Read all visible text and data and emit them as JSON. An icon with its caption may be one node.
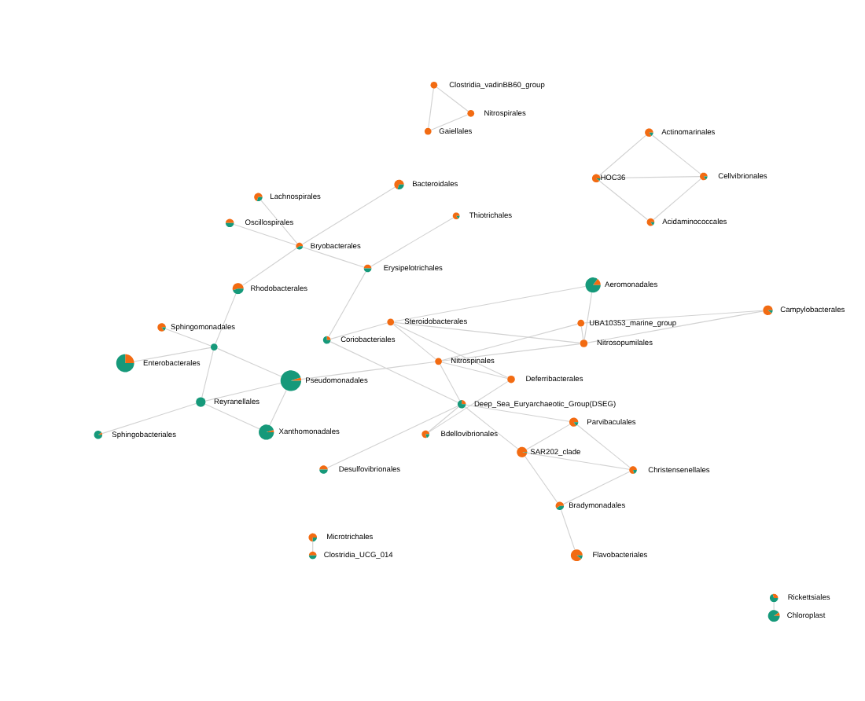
{
  "diagram": {
    "nodes": [
      {
        "text": [
          "Microtrichales"
        ]
      },
      {
        "text": [
          "Clostridia_UCG_014"
        ]
      },
      {
        "text": [
          "Rickettsiales"
        ]
      },
      {
        "text": [
          "Chloroplast"
        ]
      },
      {
        "text": [
          "Clostridia_vadinBB60_group"
        ]
      },
      {
        "text": [
          "Lachnospirales"
        ]
      },
      {
        "text": [
          "Gaiellales"
        ]
      },
      {
        "text": [
          "Enterobacterales"
        ]
      },
      {
        "text": [
          "Bacteroidales"
        ]
      },
      {
        "text": [
          "Oscillospirales"
        ]
      },
      {
        "text": [
          "Rhodobacterales"
        ]
      },
      {
        "text": [
          "Nitrospirales"
        ]
      },
      {
        "text": [
          "Bryobacterales"
        ]
      },
      {
        "text": [
          "Reyranellales"
        ]
      },
      {
        "text": [],
        "shape": "circle"
      },
      {
        "text": [
          "Sphingomonadales"
        ]
      },
      {
        "text": [
          "Thiotrichales"
        ]
      },
      {
        "text": [
          "HOC36"
        ]
      },
      {
        "text": [
          "Erysipelotrichales"
        ]
      },
      {
        "text": [
          "Aeromonadales"
        ]
      },
      {
        "text": [
          "Nitrospinales"
        ]
      },
      {
        "text": [
          "Acidaminococcales"
        ]
      },
      {
        "text": [
          "Steroidobacterales"
        ]
      },
      {
        "text": [
          "Sphingobacteriales"
        ]
      },
      {
        "text": [
          "UBA10353_marine_group"
        ]
      },
      {
        "text": [
          "Cellvibrionales"
        ]
      },
      {
        "text": [
          "Coriobacteriales"
        ]
      },
      {
        "text": [
          "Pseudomonadales"
        ]
      },
      {
        "text": [
          "Actinomarinales"
        ]
      },
      {
        "text": [
          "Campylobacterales"
        ]
      },
      {
        "text": [
          "Parvibaculales"
        ]
      },
      {
        "text": [
          "Nitrosopumilales"
        ]
      },
      {
        "text": [
          "Deferribacterales"
        ]
      },
      {
        "text": [
          "Christensenellales"
        ]
      },
      {
        "text": [
          "SAR202_clade"
        ]
      },
      {
        "text": [
          "Xanthomonadales"
        ]
      },
      {
        "text": [
          "Bdellovibrionales"
        ]
      },
      {
        "text": [
          "Deep_Sea_Euryarchaeotic_Group(DSEG)"
        ]
      },
      {
        "text": [
          "Bradymonadales"
        ]
      },
      {
        "text": [
          "Desulfovibrionales"
        ]
      },
      {
        "text": [
          "Flavobacteriales"
        ]
      }
    ],
    "edges": [
      {
        "from": 0,
        "to": 1,
        "arrow": "none"
      },
      {
        "from": 2,
        "to": 3,
        "arrow": "none"
      },
      {
        "from": 4,
        "to": 6,
        "arrow": "none"
      },
      {
        "from": 4,
        "to": 11,
        "arrow": "none"
      },
      {
        "from": 6,
        "to": 11,
        "arrow": "none"
      },
      {
        "from": 5,
        "to": 12,
        "arrow": "none"
      },
      {
        "from": 8,
        "to": 12,
        "arrow": "none"
      },
      {
        "from": 9,
        "to": 12,
        "arrow": "none"
      },
      {
        "from": 10,
        "to": 12,
        "arrow": "none"
      },
      {
        "from": 12,
        "to": 18,
        "arrow": "none"
      },
      {
        "from": 16,
        "to": 18,
        "arrow": "none"
      },
      {
        "from": 7,
        "to": 14,
        "arrow": "none"
      },
      {
        "from": 10,
        "to": 14,
        "arrow": "none"
      },
      {
        "from": 13,
        "to": 14,
        "arrow": "none"
      },
      {
        "from": 15,
        "to": 14,
        "arrow": "none"
      },
      {
        "from": 14,
        "to": 27,
        "arrow": "none"
      },
      {
        "from": 13,
        "to": 23,
        "arrow": "none"
      },
      {
        "from": 13,
        "to": 35,
        "arrow": "none"
      },
      {
        "from": 13,
        "to": 27,
        "arrow": "none"
      },
      {
        "from": 27,
        "to": 35,
        "arrow": "none"
      },
      {
        "from": 27,
        "to": 20,
        "arrow": "none"
      },
      {
        "from": 18,
        "to": 26,
        "arrow": "none"
      },
      {
        "from": 20,
        "to": 22,
        "arrow": "none"
      },
      {
        "from": 20,
        "to": 24,
        "arrow": "none"
      },
      {
        "from": 24,
        "to": 29,
        "arrow": "none"
      },
      {
        "from": 20,
        "to": 32,
        "arrow": "none"
      },
      {
        "from": 20,
        "to": 31,
        "arrow": "none"
      },
      {
        "from": 20,
        "to": 37,
        "arrow": "none"
      },
      {
        "from": 19,
        "to": 22,
        "arrow": "none"
      },
      {
        "from": 19,
        "to": 31,
        "arrow": "none"
      },
      {
        "from": 22,
        "to": 26,
        "arrow": "none"
      },
      {
        "from": 22,
        "to": 31,
        "arrow": "none"
      },
      {
        "from": 22,
        "to": 32,
        "arrow": "none"
      },
      {
        "from": 24,
        "to": 31,
        "arrow": "none"
      },
      {
        "from": 26,
        "to": 37,
        "arrow": "none"
      },
      {
        "from": 32,
        "to": 36,
        "arrow": "none"
      },
      {
        "from": 36,
        "to": 37,
        "arrow": "none"
      },
      {
        "from": 31,
        "to": 29,
        "arrow": "none"
      },
      {
        "from": 17,
        "to": 25,
        "arrow": "none"
      },
      {
        "from": 17,
        "to": 28,
        "arrow": "none"
      },
      {
        "from": 17,
        "to": 21,
        "arrow": "none"
      },
      {
        "from": 21,
        "to": 25,
        "arrow": "none"
      },
      {
        "from": 25,
        "to": 28,
        "arrow": "none"
      },
      {
        "from": 30,
        "to": 34,
        "arrow": "none"
      },
      {
        "from": 30,
        "to": 33,
        "arrow": "none"
      },
      {
        "from": 30,
        "to": 37,
        "arrow": "none"
      },
      {
        "from": 33,
        "to": 34,
        "arrow": "none"
      },
      {
        "from": 33,
        "to": 38,
        "arrow": "none"
      },
      {
        "from": 34,
        "to": 37,
        "arrow": "none"
      },
      {
        "from": 37,
        "to": 39,
        "arrow": "none"
      },
      {
        "from": 34,
        "to": 38,
        "arrow": "none"
      },
      {
        "from": 38,
        "to": 40,
        "arrow": "none"
      }
    ]
  }
}
